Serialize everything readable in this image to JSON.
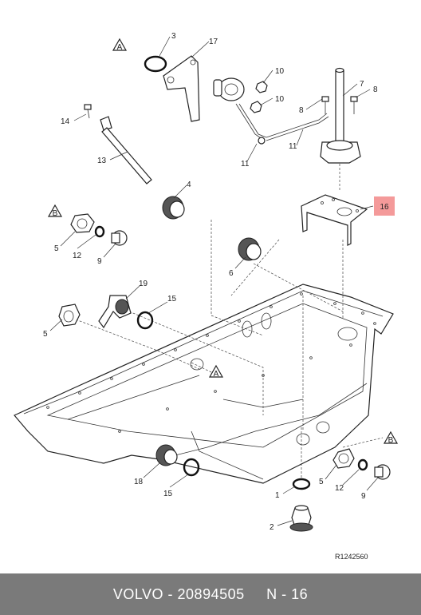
{
  "labels": {
    "p1": "1",
    "p2": "2",
    "p3": "3",
    "p4": "4",
    "p5a": "5",
    "p5b": "5",
    "p5c": "5",
    "p6": "6",
    "p7": "7",
    "p8a": "8",
    "p8b": "8",
    "p9a": "9",
    "p9b": "9",
    "p10a": "10",
    "p10b": "10",
    "p11a": "11",
    "p11b": "11",
    "p12a": "12",
    "p12b": "12",
    "p13": "13",
    "p14": "14",
    "p15a": "15",
    "p15b": "15",
    "p16": "16",
    "p17": "17",
    "p18": "18",
    "p19": "19"
  },
  "markers": {
    "a_top": "A",
    "a_mid": "A",
    "b_left": "B",
    "b_right": "B"
  },
  "highlight_color": "#f49a9a",
  "reference_code": "R1242560",
  "footer": {
    "brand": "VOLVO",
    "separator": " - ",
    "part_number": "20894505",
    "position": "N - 16"
  }
}
